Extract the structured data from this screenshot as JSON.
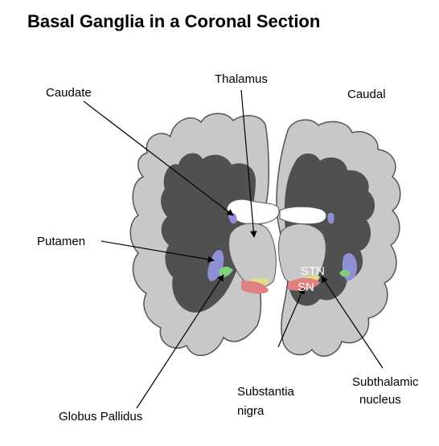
{
  "title": "Basal Ganglia in a Coronal Section",
  "orientation": "Caudal",
  "labels": {
    "caudate": "Caudate",
    "thalamus": "Thalamus",
    "putamen": "Putamen",
    "globus_pallidus": "Globus Pallidus",
    "substantia_nigra_line1": "Substantia",
    "substantia_nigra_line2": "nigra",
    "subthalamic_line1": "Subthalamic",
    "subthalamic_line2": "nucleus",
    "stn": "STN",
    "sn": "SN"
  },
  "colors": {
    "cortex": "#c8c8c8",
    "white_matter": "#505050",
    "caudate_putamen": "#8f8fd6",
    "globus_pallidus": "#7fcf7f",
    "subthalamic": "#e0dc8a",
    "substantia_nigra": "#e08080",
    "orientation_text": "#e00000"
  }
}
